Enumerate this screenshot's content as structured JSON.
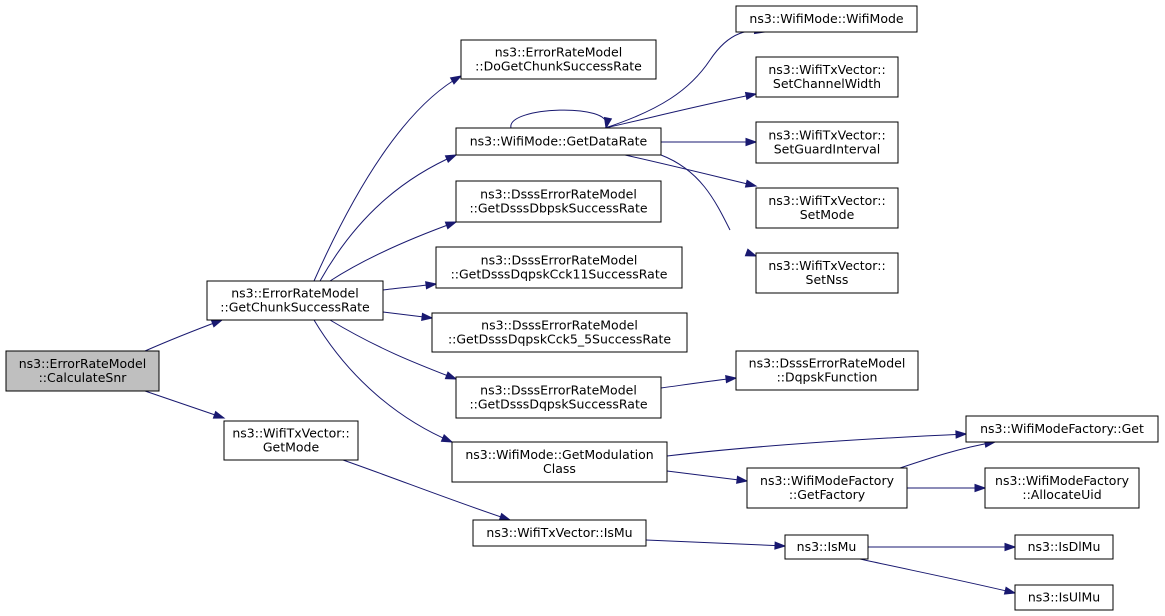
{
  "graph": {
    "nodes": [
      {
        "id": "calcsnr",
        "lines": [
          "ns3::ErrorRateModel",
          "::CalculateSnr"
        ],
        "highlight": true
      },
      {
        "id": "getchunk",
        "lines": [
          "ns3::ErrorRateModel",
          "::GetChunkSuccessRate"
        ]
      },
      {
        "id": "getmode",
        "lines": [
          "ns3::WifiTxVector::",
          "GetMode"
        ]
      },
      {
        "id": "dogetchunk",
        "lines": [
          "ns3::ErrorRateModel",
          "::DoGetChunkSuccessRate"
        ]
      },
      {
        "id": "getdatarate",
        "lines": [
          "ns3::WifiMode::GetDataRate"
        ]
      },
      {
        "id": "dbpsk",
        "lines": [
          "ns3::DsssErrorRateModel",
          "::GetDsssDbpskSuccessRate"
        ]
      },
      {
        "id": "cck11",
        "lines": [
          "ns3::DsssErrorRateModel",
          "::GetDsssDqpskCck11SuccessRate"
        ]
      },
      {
        "id": "cck55",
        "lines": [
          "ns3::DsssErrorRateModel",
          "::GetDsssDqpskCck5_5SuccessRate"
        ]
      },
      {
        "id": "dqpsk",
        "lines": [
          "ns3::DsssErrorRateModel",
          "::GetDsssDqpskSuccessRate"
        ]
      },
      {
        "id": "getmodclass",
        "lines": [
          "ns3::WifiMode::GetModulation",
          "Class"
        ]
      },
      {
        "id": "ismu_vec",
        "lines": [
          "ns3::WifiTxVector::IsMu"
        ]
      },
      {
        "id": "wifimode",
        "lines": [
          "ns3::WifiMode::WifiMode"
        ]
      },
      {
        "id": "setchw",
        "lines": [
          "ns3::WifiTxVector::",
          "SetChannelWidth"
        ]
      },
      {
        "id": "setgi",
        "lines": [
          "ns3::WifiTxVector::",
          "SetGuardInterval"
        ]
      },
      {
        "id": "setmode",
        "lines": [
          "ns3::WifiTxVector::",
          "SetMode"
        ]
      },
      {
        "id": "setnss",
        "lines": [
          "ns3::WifiTxVector::",
          "SetNss"
        ]
      },
      {
        "id": "dqpskfn",
        "lines": [
          "ns3::DsssErrorRateModel",
          "::DqpskFunction"
        ]
      },
      {
        "id": "getfactory",
        "lines": [
          "ns3::WifiModeFactory",
          "::GetFactory"
        ]
      },
      {
        "id": "ismu",
        "lines": [
          "ns3::IsMu"
        ]
      },
      {
        "id": "factoryget",
        "lines": [
          "ns3::WifiModeFactory::Get"
        ]
      },
      {
        "id": "allocuid",
        "lines": [
          "ns3::WifiModeFactory",
          "::AllocateUid"
        ]
      },
      {
        "id": "isdlmu",
        "lines": [
          "ns3::IsDlMu"
        ]
      },
      {
        "id": "isulmu",
        "lines": [
          "ns3::IsUlMu"
        ]
      }
    ],
    "edges": [
      {
        "from": "calcsnr",
        "to": "getchunk"
      },
      {
        "from": "calcsnr",
        "to": "getmode"
      },
      {
        "from": "getchunk",
        "to": "dogetchunk"
      },
      {
        "from": "getchunk",
        "to": "getdatarate"
      },
      {
        "from": "getchunk",
        "to": "dbpsk"
      },
      {
        "from": "getchunk",
        "to": "cck11"
      },
      {
        "from": "getchunk",
        "to": "cck55"
      },
      {
        "from": "getchunk",
        "to": "dqpsk"
      },
      {
        "from": "getchunk",
        "to": "getmodclass"
      },
      {
        "from": "getmode",
        "to": "ismu_vec"
      },
      {
        "from": "getdatarate",
        "to": "getdatarate"
      },
      {
        "from": "getdatarate",
        "to": "wifimode"
      },
      {
        "from": "getdatarate",
        "to": "setchw"
      },
      {
        "from": "getdatarate",
        "to": "setgi"
      },
      {
        "from": "getdatarate",
        "to": "setmode"
      },
      {
        "from": "getdatarate",
        "to": "setnss"
      },
      {
        "from": "dqpsk",
        "to": "dqpskfn"
      },
      {
        "from": "getmodclass",
        "to": "factoryget"
      },
      {
        "from": "getmodclass",
        "to": "getfactory"
      },
      {
        "from": "getfactory",
        "to": "factoryget"
      },
      {
        "from": "getfactory",
        "to": "allocuid"
      },
      {
        "from": "ismu_vec",
        "to": "ismu"
      },
      {
        "from": "ismu",
        "to": "isdlmu"
      },
      {
        "from": "ismu",
        "to": "isulmu"
      }
    ]
  },
  "colors": {
    "edge": "#191970",
    "node_border": "#000000",
    "node_fill": "#ffffff",
    "root_fill": "#bfbfbf"
  }
}
